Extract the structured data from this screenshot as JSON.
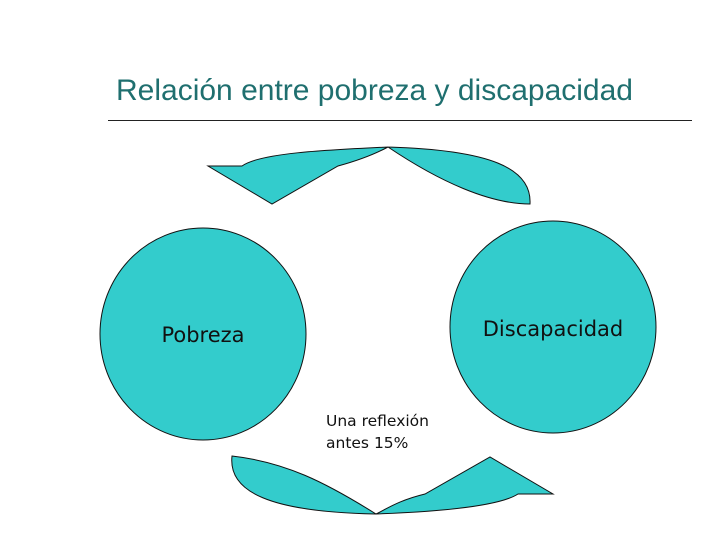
{
  "slide": {
    "title": "Relación entre pobreza y discapacidad"
  },
  "diagram": {
    "nodes": [
      {
        "id": "pobreza",
        "label": "Pobreza"
      },
      {
        "id": "discapacidad",
        "label": "Discapacidad"
      }
    ],
    "note": {
      "line1": "Una reflexión",
      "line2": "antes 15%"
    }
  },
  "colors": {
    "shape_fill": "#33cccc",
    "shape_stroke": "#111111",
    "title_text": "#1f6f6f"
  }
}
